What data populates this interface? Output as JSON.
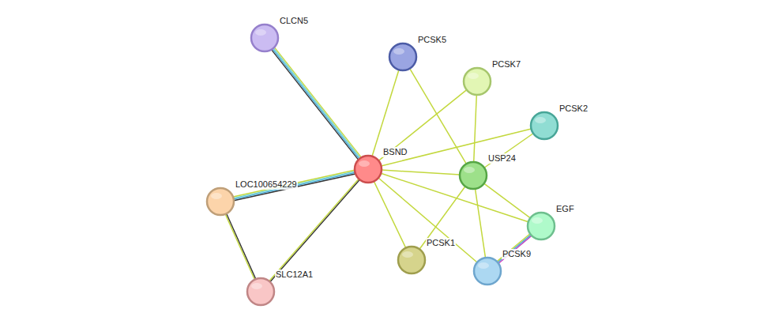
{
  "diagram": {
    "nodes": [
      {
        "text": [
          "CLCN5"
        ]
      },
      {
        "text": [
          "PCSK5"
        ]
      },
      {
        "text": [
          "PCSK7"
        ]
      },
      {
        "text": [
          "PCSK2"
        ]
      },
      {
        "text": [
          "BSND"
        ]
      },
      {
        "text": [
          "USP24"
        ]
      },
      {
        "text": [
          "LOC100654229"
        ]
      },
      {
        "text": [
          "EGF"
        ]
      },
      {
        "text": [
          "PCSK1"
        ]
      },
      {
        "text": [
          "PCSK9"
        ]
      },
      {
        "text": [
          "SLC12A1"
        ]
      }
    ],
    "edges": [
      {
        "from": 4,
        "to": 0,
        "arrow": "none"
      },
      {
        "from": 4,
        "to": 1,
        "arrow": "none"
      },
      {
        "from": 4,
        "to": 2,
        "arrow": "none"
      },
      {
        "from": 4,
        "to": 3,
        "arrow": "none"
      },
      {
        "from": 4,
        "to": 5,
        "arrow": "none"
      },
      {
        "from": 4,
        "to": 7,
        "arrow": "none"
      },
      {
        "from": 4,
        "to": 9,
        "arrow": "none"
      },
      {
        "from": 4,
        "to": 8,
        "arrow": "none"
      },
      {
        "from": 4,
        "to": 6,
        "arrow": "none"
      },
      {
        "from": 4,
        "to": 10,
        "arrow": "none"
      },
      {
        "from": 6,
        "to": 10,
        "arrow": "none"
      },
      {
        "from": 1,
        "to": 5,
        "arrow": "none"
      },
      {
        "from": 2,
        "to": 5,
        "arrow": "none"
      },
      {
        "from": 3,
        "to": 5,
        "arrow": "none"
      },
      {
        "from": 5,
        "to": 7,
        "arrow": "none"
      },
      {
        "from": 5,
        "to": 9,
        "arrow": "none"
      },
      {
        "from": 5,
        "to": 8,
        "arrow": "none"
      },
      {
        "from": 7,
        "to": 9,
        "arrow": "none"
      }
    ]
  }
}
